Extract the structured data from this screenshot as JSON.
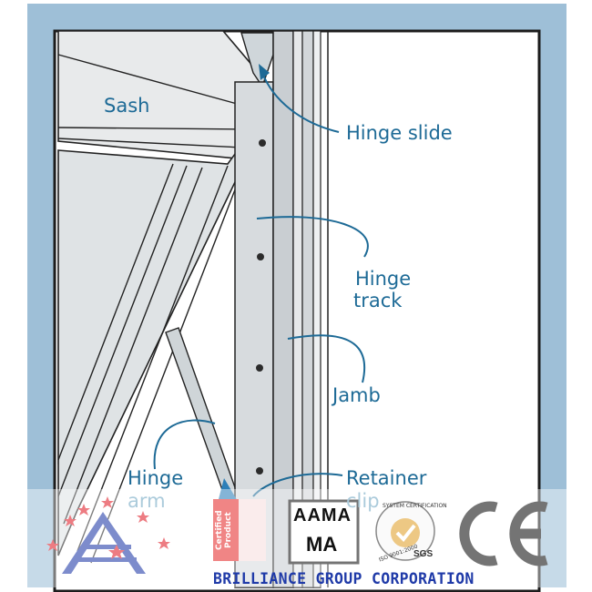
{
  "labels": {
    "sash": "Sash",
    "hinge_slide": "Hinge slide",
    "hinge_track_line1": "Hinge",
    "hinge_track_line2": "track",
    "jamb": "Jamb",
    "hinge_arm_line1": "Hinge",
    "hinge_arm_line2": "arm",
    "retainer_clip_line1": "Retainer",
    "retainer_clip_line2": "clip"
  },
  "brand": {
    "company_name": "BRILLIANCE GROUP CORPORATION",
    "badge_text": "Certified Product",
    "aama_top": "AAMA",
    "aama_bottom": "MA",
    "cert_ring_text": "SYSTEM CERTIFICATION",
    "iso_text": "ISO 9001:2000",
    "sgs_text": "SGS",
    "ce_mark": "CE"
  },
  "colors": {
    "label_blue": "#1d6a96",
    "frame_blue": "#9ebfd7",
    "brand_blue": "#1f3aa8",
    "brand_red": "#e01e28",
    "badge_red": "#e62d2d",
    "cert_gold": "#e1a12b"
  }
}
